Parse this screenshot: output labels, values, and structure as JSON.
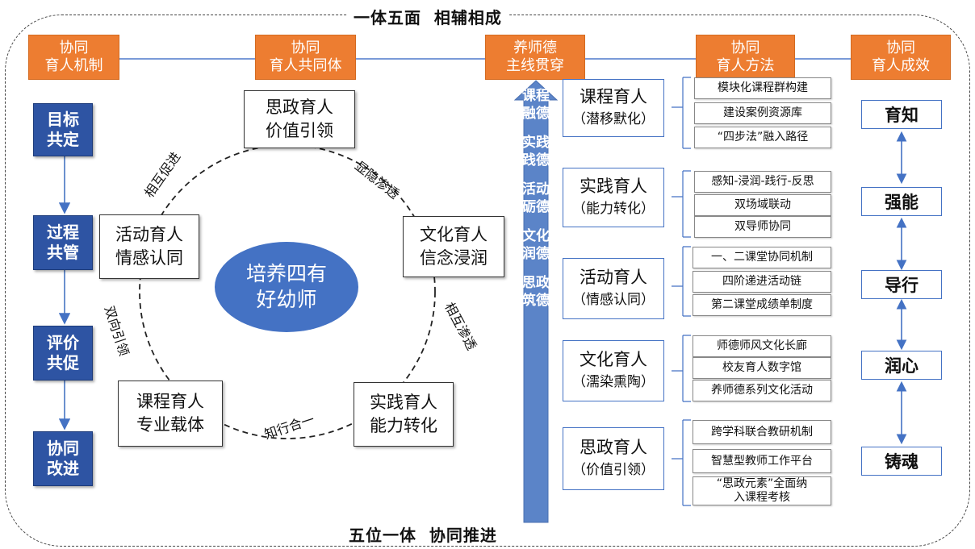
{
  "top_title": "一体五面  相辅相成",
  "bottom_title": "五位一体  协同推进",
  "headers": [
    {
      "line1": "协同",
      "line2": "育人机制"
    },
    {
      "line1": "协同",
      "line2": "育人共同体"
    },
    {
      "line1": "养师德",
      "line2": "主线贯穿"
    },
    {
      "line1": "协同",
      "line2": "育人方法"
    },
    {
      "line1": "协同",
      "line2": "育人成效"
    }
  ],
  "mechanism": [
    {
      "line1": "目标",
      "line2": "共定"
    },
    {
      "line1": "过程",
      "line2": "共管"
    },
    {
      "line1": "评价",
      "line2": "共促"
    },
    {
      "line1": "协同",
      "line2": "改进"
    }
  ],
  "community": {
    "center": {
      "line1": "培养四有",
      "line2": "好幼师"
    },
    "nodes": [
      {
        "line1": "思政育人",
        "line2": "价值引领"
      },
      {
        "line1": "文化育人",
        "line2": "信念浸润"
      },
      {
        "line1": "实践育人",
        "line2": "能力转化"
      },
      {
        "line1": "课程育人",
        "line2": "专业载体"
      },
      {
        "line1": "活动育人",
        "line2": "情感认同"
      }
    ],
    "links": [
      "显隐渗透",
      "相互渗透",
      "知行合一",
      "双向引领",
      "相互促进"
    ]
  },
  "mainline": [
    "课程融德",
    "实践践德",
    "活动砺德",
    "文化润德",
    "思政筑德"
  ],
  "methods": [
    {
      "title": "课程育人",
      "sub": "（潜移默化）",
      "items": [
        "模块化课程群构建",
        "建设案例资源库",
        "“四步法”融入路径"
      ]
    },
    {
      "title": "实践育人",
      "sub": "（能力转化）",
      "items": [
        "感知-浸润-践行-反思",
        "双场域联动",
        "双导师协同"
      ]
    },
    {
      "title": "活动育人",
      "sub": "（情感认同）",
      "items": [
        "一、二课堂协同机制",
        "四阶递进活动链",
        "第二课堂成绩单制度"
      ]
    },
    {
      "title": "文化育人",
      "sub": "（濡染熏陶）",
      "items": [
        "师德师风文化长廊",
        "校友育人数字馆",
        "养师德系列文化活动"
      ]
    },
    {
      "title": "思政育人",
      "sub": "（价值引领）",
      "items": [
        "跨学科联合教研机制",
        "智慧型教师工作平台",
        "“思政元素”全面纳入课程考核"
      ]
    }
  ],
  "results": [
    "育知",
    "强能",
    "导行",
    "润心",
    "铸魂"
  ],
  "colors": {
    "orange": "#ED7D31",
    "navy": "#2E54A3",
    "blue": "#4472C4",
    "arrow": "#5B84C8"
  }
}
